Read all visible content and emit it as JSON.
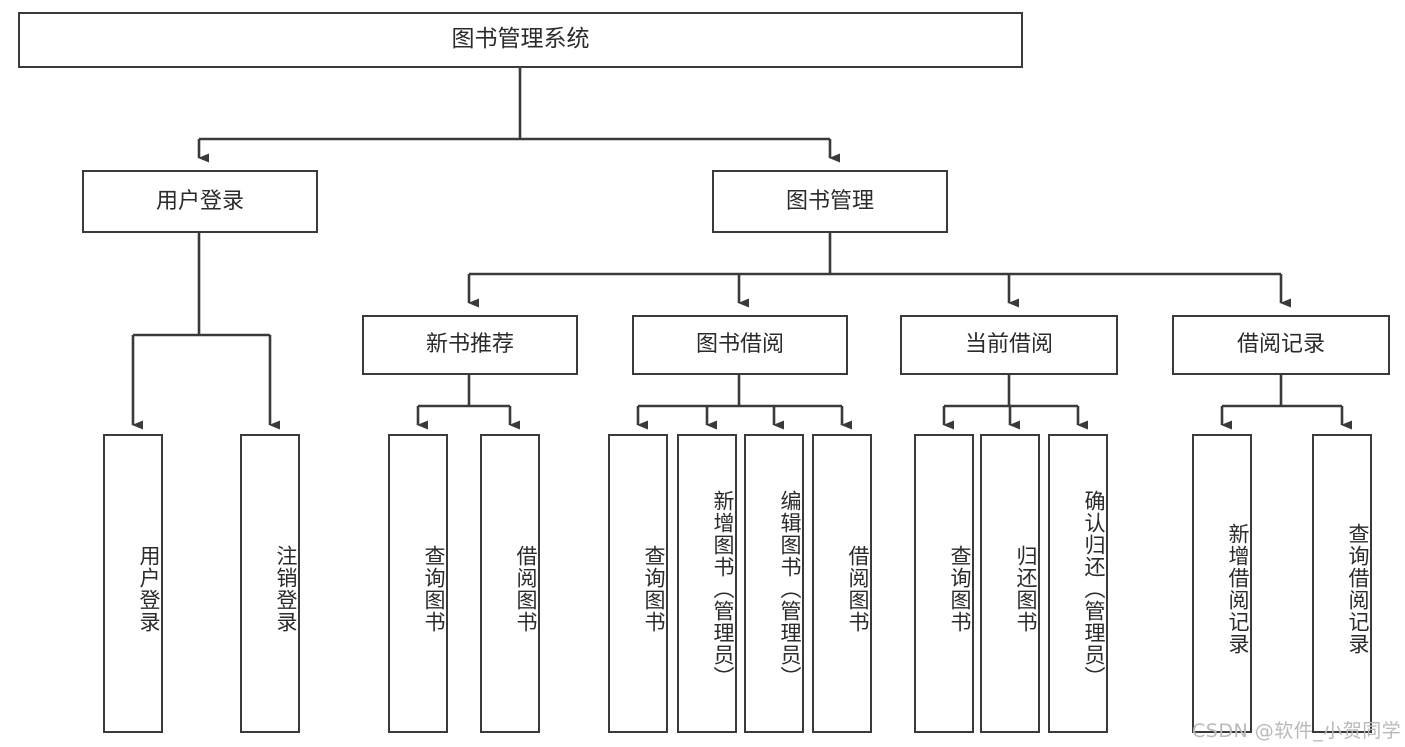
{
  "diagram": {
    "title": "图书管理系统",
    "orientation": "top-down-tree",
    "levels": 4
  },
  "root": {
    "label": "图书管理系统"
  },
  "level2": [
    {
      "label": "用户登录"
    },
    {
      "label": "图书管理"
    }
  ],
  "level3": [
    {
      "label": "新书推荐"
    },
    {
      "label": "图书借阅"
    },
    {
      "label": "当前借阅"
    },
    {
      "label": "借阅记录"
    }
  ],
  "leaves": {
    "user_login": [
      {
        "label": "用户登录"
      },
      {
        "label": "注销登录"
      }
    ],
    "new_book_recommend": [
      {
        "label": "查询图书"
      },
      {
        "label": "借阅图书"
      }
    ],
    "book_borrow": [
      {
        "label": "查询图书"
      },
      {
        "label": "新增图书（管理员）"
      },
      {
        "label": "编辑图书（管理员）"
      },
      {
        "label": "借阅图书"
      }
    ],
    "current_borrow": [
      {
        "label": "查询图书"
      },
      {
        "label": "归还图书"
      },
      {
        "label": "确认归还（管理员）"
      }
    ],
    "borrow_record": [
      {
        "label": "新增借阅记录"
      },
      {
        "label": "查询借阅记录"
      }
    ]
  },
  "watermark": {
    "text": "CSDN @软件_小贺同学"
  },
  "colors": {
    "stroke": "#3a3a3a",
    "text": "#2b2b2b",
    "background": "#ffffff",
    "watermark": "#b9b9b9"
  }
}
